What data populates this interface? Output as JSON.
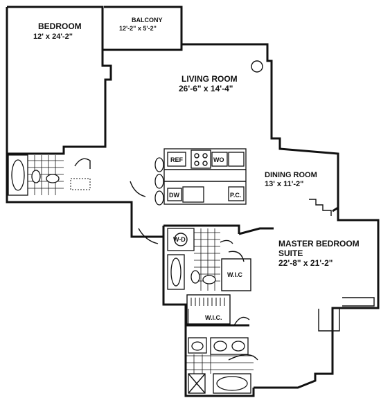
{
  "rooms": {
    "bedroom": {
      "name": "BEDROOM",
      "dims": "12' x 24'-2\""
    },
    "balcony": {
      "name": "BALCONY",
      "dims": "12'-2\" x 5'-2\""
    },
    "living": {
      "name": "LIVING ROOM",
      "dims": "26'-6\" x 14'-4\""
    },
    "dining": {
      "name": "DINING ROOM",
      "dims": "13' x 11'-2\""
    },
    "master": {
      "name1": "MASTER BEDROOM",
      "name2": "SUITE",
      "dims": "22'-8\" x 21'-2\""
    }
  },
  "fixtures": {
    "ref": "REF",
    "wo": "WO",
    "dw": "DW",
    "pc": "P.C.",
    "wd": "W-D",
    "wic1": "W.I.C",
    "wic2": "W.I.C."
  }
}
